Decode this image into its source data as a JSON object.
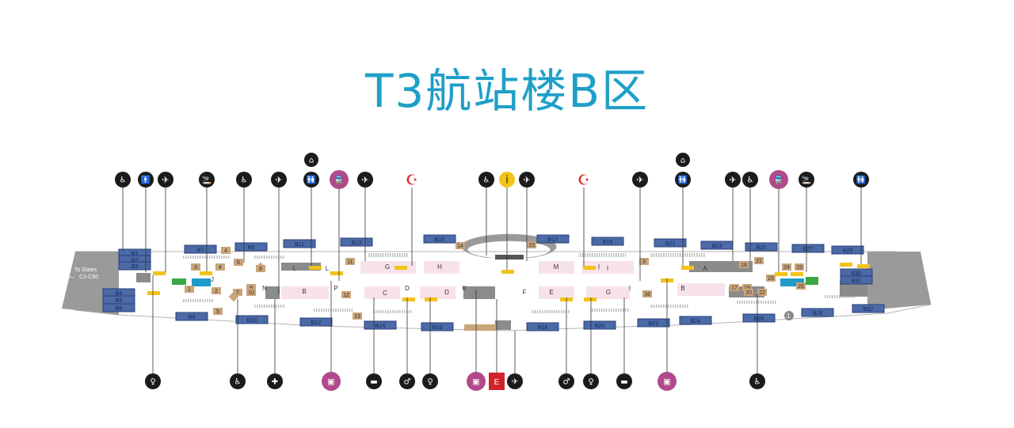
{
  "title": "T3航站楼B区",
  "to_gates": {
    "line1": "To Gates",
    "line2": "C1-C50"
  },
  "colors": {
    "gate": "#4a6aa8",
    "gate_border": "#2b3d78",
    "shop": "#c9a57a",
    "yellow": "#f2c318",
    "pink": "#f8e2ea",
    "floor": "#eaeaea",
    "icon": "#1b1b1b",
    "magenta": "#b04a8a",
    "crescent": "#e0302a",
    "title": "#1f9fc8",
    "green": "#3aa845",
    "teal": "#1e9bc8"
  },
  "gates": [
    "B1",
    "B2",
    "B3",
    "B4",
    "B5",
    "B6",
    "B7",
    "B8",
    "B9",
    "B10",
    "B11",
    "B12",
    "B13",
    "B14",
    "B15",
    "B16",
    "B17",
    "B18",
    "B19",
    "B20",
    "B21",
    "B22",
    "B23",
    "B24",
    "B25",
    "B26",
    "B27",
    "B28",
    "B29",
    "B30",
    "B31",
    "B32"
  ],
  "area_letters": [
    "J",
    "N",
    "L",
    "L",
    "P",
    "B",
    "G",
    "H",
    "I",
    "C",
    "D",
    "D",
    "K",
    "F",
    "M",
    "E",
    "I",
    "G",
    "I",
    "A",
    "B"
  ],
  "shop_numbers": [
    "3",
    "4",
    "4",
    "6",
    "8",
    "1",
    "2",
    "7",
    "9",
    "10",
    "11",
    "12",
    "5",
    "13",
    "14",
    "15",
    "3",
    "16",
    "17",
    "19",
    "18",
    "21",
    "20",
    "22",
    "23",
    "24",
    "15",
    "25"
  ],
  "top_icons": [
    {
      "name": "baby-care-icon",
      "glyph": "♿"
    },
    {
      "name": "toilet-male-icon",
      "glyph": "🚹"
    },
    {
      "name": "departures-icon",
      "glyph": "✈"
    },
    {
      "name": "smoking-room-icon",
      "glyph": "🚬"
    },
    {
      "name": "baby-care-icon",
      "glyph": "♿"
    },
    {
      "name": "departures-icon",
      "glyph": "✈"
    },
    {
      "name": "toilets-icon",
      "glyph": "🚻"
    },
    {
      "name": "shuttle-train-icon",
      "glyph": "🚆"
    },
    {
      "name": "departures-icon",
      "glyph": "✈"
    },
    {
      "name": "prayer-room-icon",
      "glyph": "☪"
    },
    {
      "name": "baby-care-icon",
      "glyph": "♿"
    },
    {
      "name": "information-icon",
      "glyph": "i"
    },
    {
      "name": "departures-icon",
      "glyph": "✈"
    },
    {
      "name": "prayer-room-icon",
      "glyph": "☪"
    },
    {
      "name": "departures-icon",
      "glyph": "✈"
    },
    {
      "name": "toilets-icon",
      "glyph": "🚻"
    },
    {
      "name": "departures-icon",
      "glyph": "✈"
    },
    {
      "name": "baby-care-icon",
      "glyph": "♿"
    },
    {
      "name": "shuttle-train-icon",
      "glyph": "🚆"
    },
    {
      "name": "smoking-room-icon",
      "glyph": "🚬"
    },
    {
      "name": "toilets-icon",
      "glyph": "🚻"
    }
  ],
  "bottom_icons": [
    {
      "name": "toilet-female-icon"
    },
    {
      "name": "baby-care-icon"
    },
    {
      "name": "medical-icon"
    },
    {
      "name": "shuttle-train-icon"
    },
    {
      "name": "hotel-icon"
    },
    {
      "name": "toilet-male-icon"
    },
    {
      "name": "toilet-female-icon"
    },
    {
      "name": "shuttle-train-icon"
    },
    {
      "name": "emirates-logo-icon"
    },
    {
      "name": "arrivals-icon"
    },
    {
      "name": "toilet-male-icon"
    },
    {
      "name": "toilet-female-icon"
    },
    {
      "name": "hotel-icon"
    },
    {
      "name": "shuttle-train-icon"
    },
    {
      "name": "baby-care-icon"
    }
  ]
}
